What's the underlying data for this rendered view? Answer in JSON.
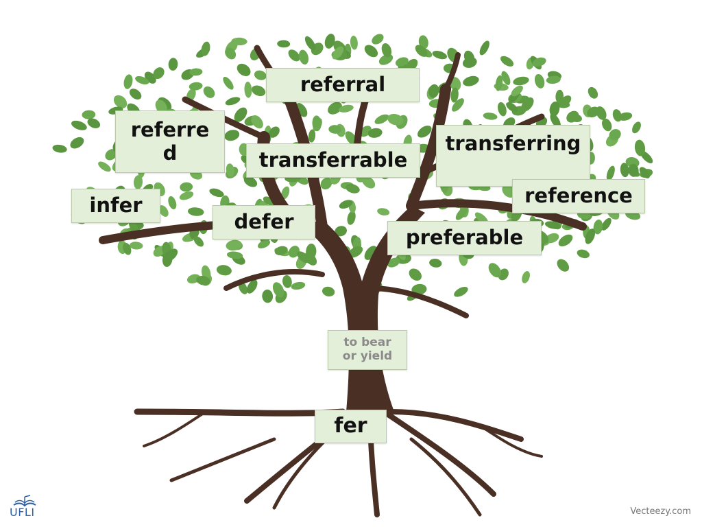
{
  "colors": {
    "leaf": "#66a34a",
    "trunk": "#4a2f24",
    "card": "#e4efd9",
    "logo": "#2a5fa8"
  },
  "icons": {
    "tree": "tree-illustration",
    "logo": "open-book-icon"
  },
  "words": {
    "referral": "referral",
    "referred": "referred",
    "transferrable": "transferrable",
    "transferring": "transferring",
    "infer": "infer",
    "defer": "defer",
    "reference": "reference",
    "preferable": "preferable"
  },
  "meaning": {
    "line1": "to bear",
    "line2": "or yield"
  },
  "root": "fer",
  "brand": "UFLI",
  "credit": "Vecteezy.com"
}
